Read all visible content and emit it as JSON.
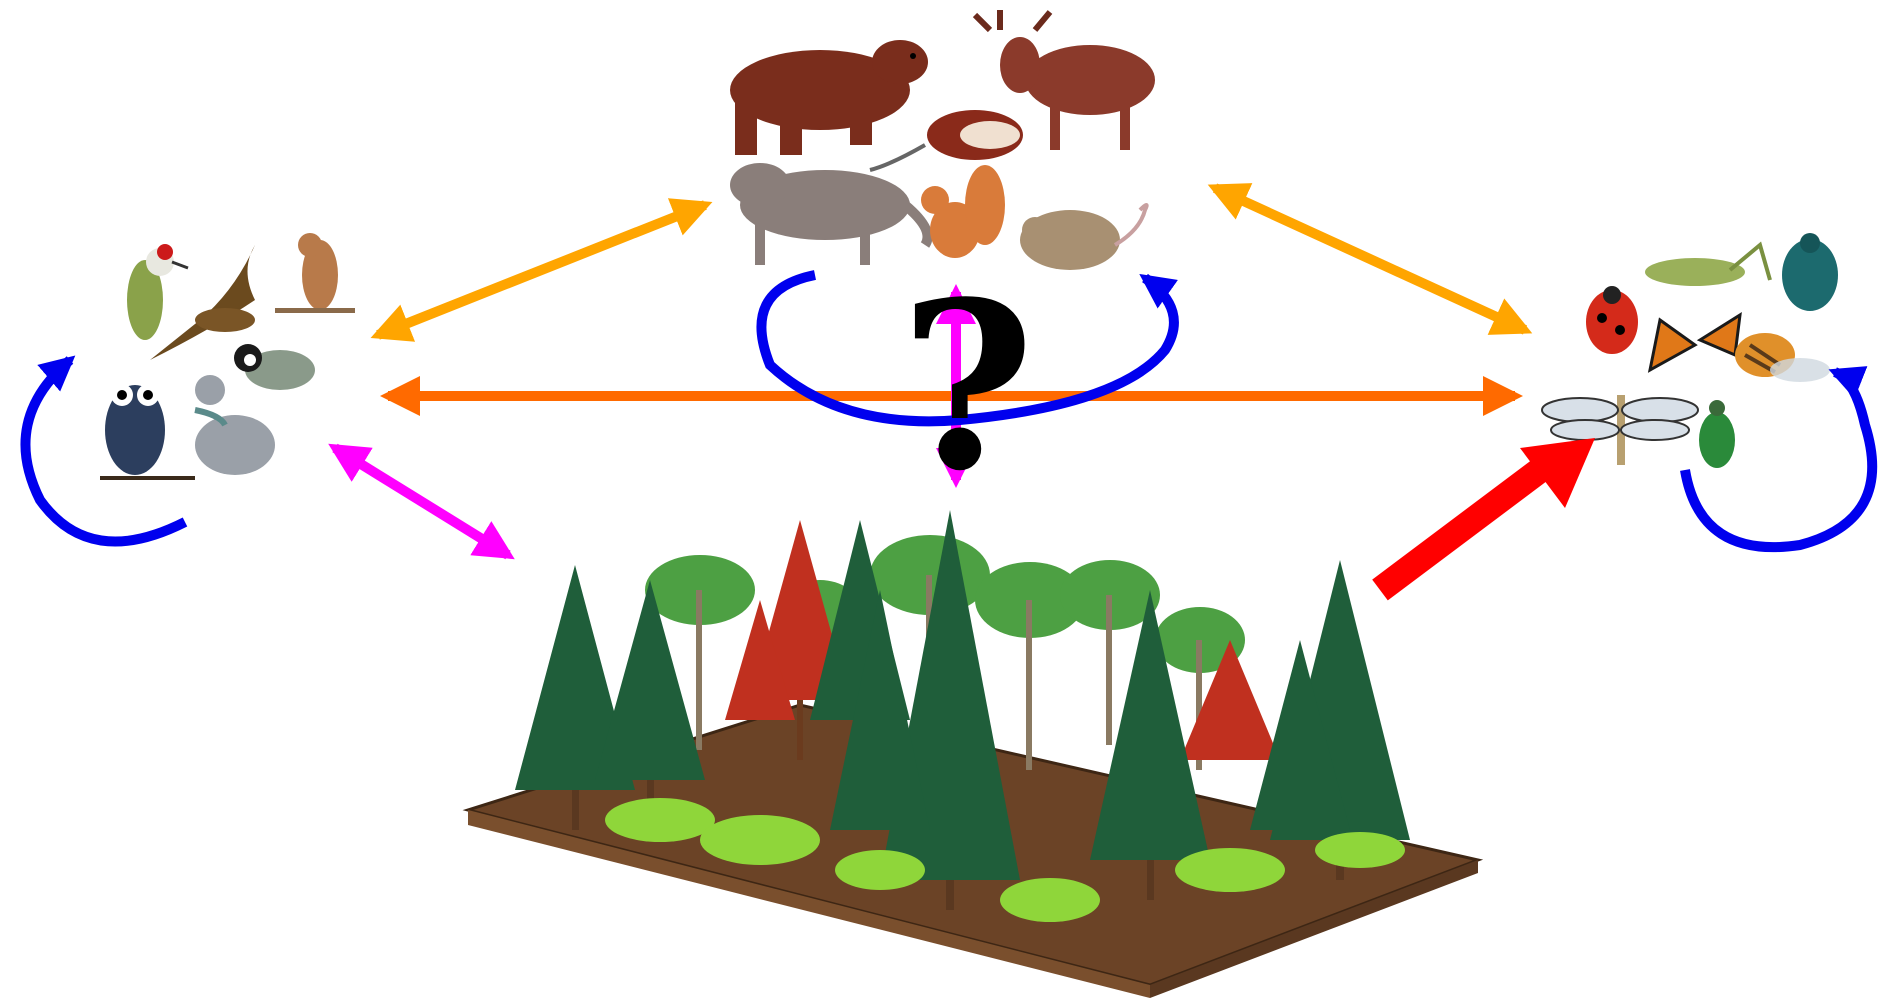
{
  "diagram": {
    "center_symbol": "?",
    "nodes": [
      {
        "id": "mammals",
        "icon": "mammals-cluster-icon",
        "members": [
          "bear-icon",
          "moose-icon",
          "wolf-icon",
          "beaver-icon",
          "squirrel-icon",
          "mouse-icon"
        ]
      },
      {
        "id": "birds",
        "icon": "birds-cluster-icon",
        "members": [
          "woodpecker-icon",
          "eagle-icon",
          "hawk-icon",
          "owl-icon",
          "pigeon-icon",
          "tit-icon"
        ]
      },
      {
        "id": "insects",
        "icon": "insects-cluster-icon",
        "members": [
          "ladybug-icon",
          "grasshopper-icon",
          "beetle-icon",
          "butterfly-icon",
          "dragonfly-icon",
          "wasp-icon",
          "green-beetle-icon"
        ]
      },
      {
        "id": "forest",
        "icon": "forest-plot-icon"
      }
    ],
    "colors": {
      "self_loop": "#0000ee",
      "mammal_link": "#ffa500",
      "bird_insect_link": "#ff6a00",
      "forest_link": "#ff00ff",
      "forest_insect_link": "#ff0000",
      "soil": "#6b4326",
      "conifer": "#1f5e3a",
      "red_tree": "#c0301f",
      "light_tree": "#4da043",
      "shrub": "#8fd63a"
    }
  }
}
